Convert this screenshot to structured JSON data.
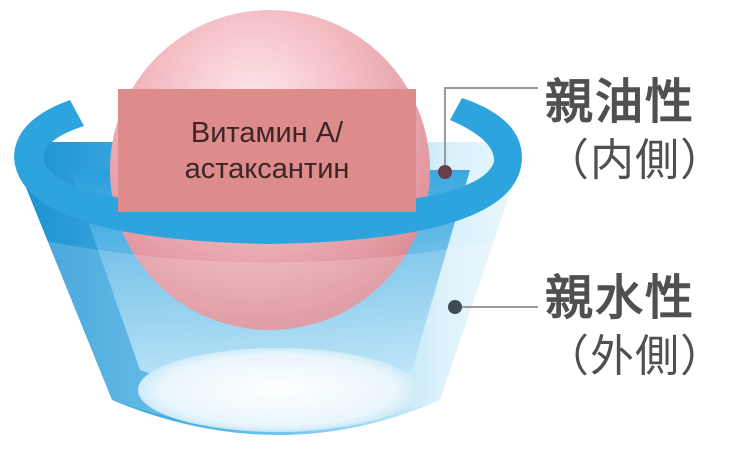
{
  "content": {
    "line1": "Витамин A/",
    "line2": "астаксантин"
  },
  "labels": {
    "lipophilic": {
      "main": "親油性",
      "sub": "（内側）"
    },
    "hydrophilic": {
      "main": "親水性",
      "sub": "（外側）"
    }
  },
  "colors": {
    "cup_outer": "#1f98d6",
    "cup_inner": "#bfe6f8",
    "sphere": "#f2b7bd",
    "label_box": "#dd8b8b",
    "leader_line": "#9a9a9a",
    "marker_dot": "#3f4a56"
  }
}
